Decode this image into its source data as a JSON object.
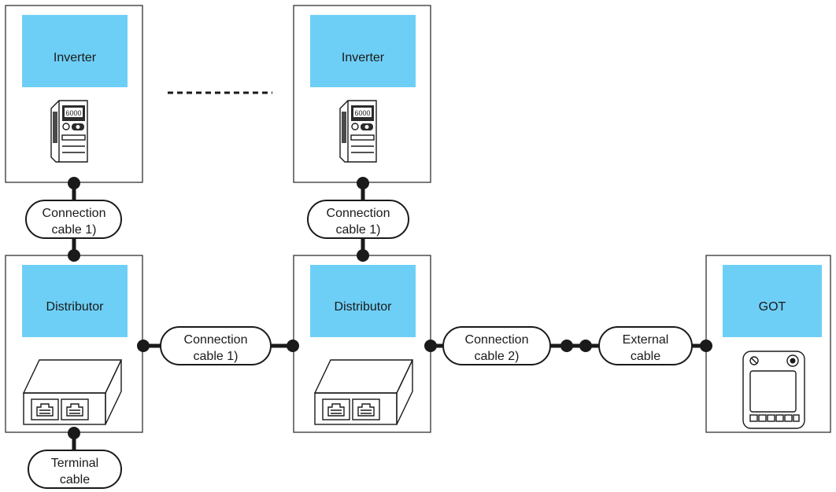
{
  "colors": {
    "label_fill": "#6ecff6",
    "line": "#1a1a1a",
    "box_border": "#333333"
  },
  "nodes": {
    "inverter_1": {
      "label": "Inverter",
      "icon": "inverter-icon",
      "display": "6000"
    },
    "inverter_2": {
      "label": "Inverter",
      "icon": "inverter-icon",
      "display": "6000"
    },
    "distributor_1": {
      "label": "Distributor",
      "icon": "distributor-icon"
    },
    "distributor_2": {
      "label": "Distributor",
      "icon": "distributor-icon"
    },
    "got": {
      "label": "GOT",
      "icon": "got-panel-icon"
    }
  },
  "cables": {
    "inv1_dist1": {
      "line1": "Connection",
      "line2": "cable 1)"
    },
    "inv2_dist2": {
      "line1": "Connection",
      "line2": "cable 1)"
    },
    "dist1_dist2": {
      "line1": "Connection",
      "line2": "cable 1)"
    },
    "dist2_got": {
      "line1": "Connection",
      "line2": "cable 2)"
    },
    "external": {
      "line1": "External",
      "line2": "cable"
    },
    "terminal": {
      "line1": "Terminal",
      "line2": "cable"
    }
  },
  "continuation_marker": "dashed-line"
}
